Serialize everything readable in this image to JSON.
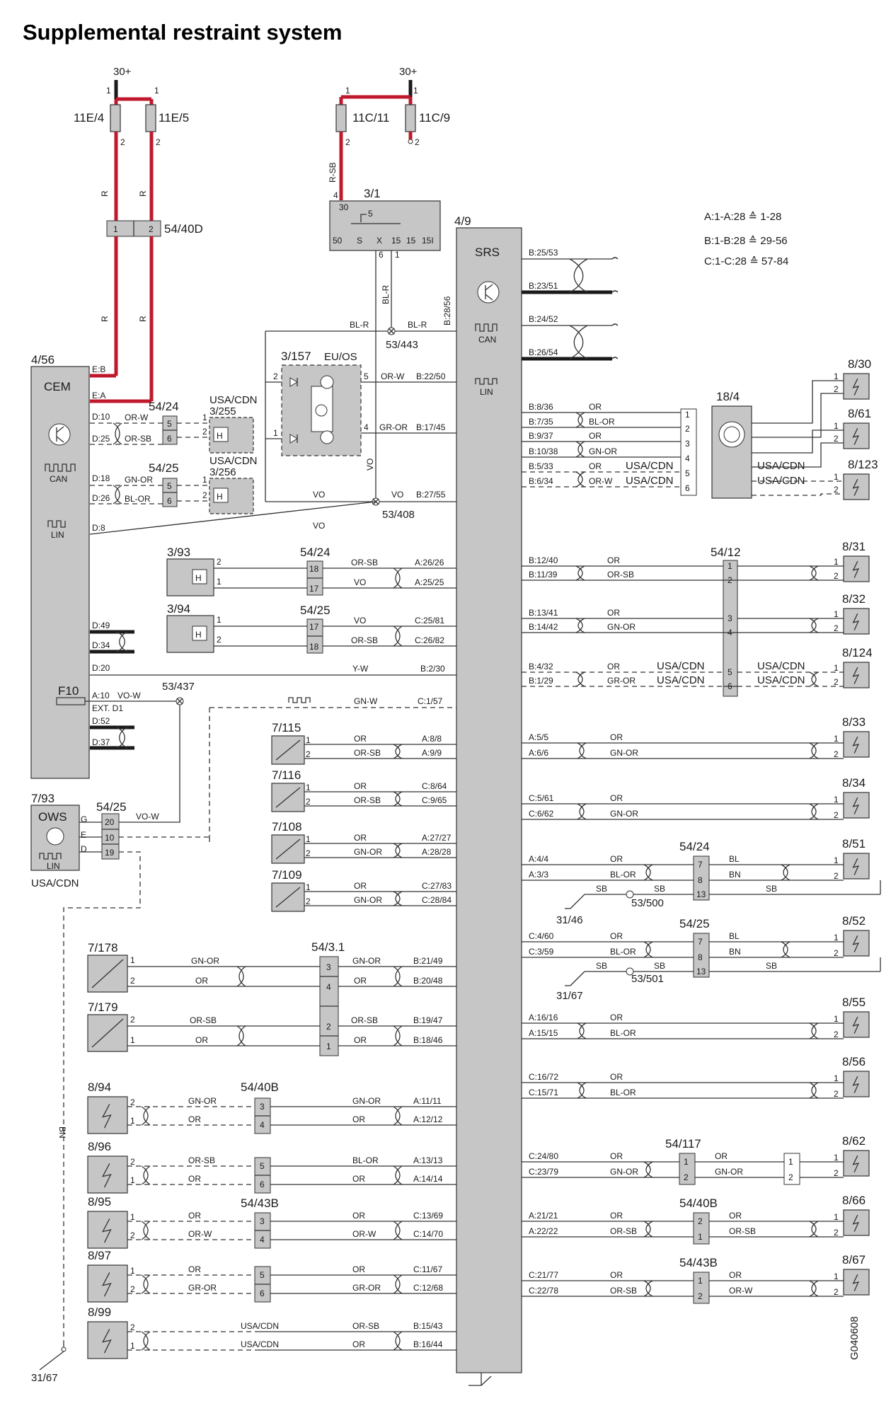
{
  "title": "Supplemental restraint system",
  "figure_id": "G040608",
  "pin_legend": [
    "A:1-A:28 ≙ 1-28",
    "B:1-B:28 ≙ 29-56",
    "C:1-C:28 ≙ 57-84"
  ],
  "power": {
    "left": "30+",
    "right": "30+"
  },
  "fuses": {
    "f1": "11E/4",
    "f2": "11E/5",
    "f3": "11C/11",
    "f4": "11C/9"
  },
  "pins": {
    "one": "1",
    "two": "2",
    "three": "3",
    "four": "4",
    "five": "5",
    "six": "6"
  },
  "colors_short": {
    "r": "R",
    "rsb": "R-SB",
    "blr": "BL-R",
    "vo": "VO"
  },
  "connector_5440d": "54/40D",
  "ign_switch": {
    "id": "3/1",
    "pin30": "30",
    "pin4": "4",
    "pin5": "5",
    "pins": [
      "50",
      "S",
      "X",
      "15",
      "15",
      "15I"
    ],
    "pin6": "6",
    "pin1": "1"
  },
  "srs": {
    "id": "4/9",
    "label": "SRS",
    "can": "CAN",
    "lin": "LIN"
  },
  "cem": {
    "id": "4/56",
    "label": "CEM",
    "can": "CAN",
    "lin": "LIN",
    "fuse": "F10",
    "pins": [
      "E:B",
      "E:A",
      "D:10",
      "D:25",
      "D:18",
      "D:26",
      "D:8",
      "D:49",
      "D:34",
      "D:20",
      "A:10",
      "EXT. D1",
      "D:52",
      "D:37"
    ]
  },
  "splices": {
    "s443": "53/443",
    "s408": "53/408",
    "s437": "53/437",
    "s500": "53/500",
    "s501": "53/501"
  },
  "grounds": {
    "g3146": "31/46",
    "g3167a": "31/67",
    "g3167b": "31/67"
  },
  "unit_3157": {
    "id": "3/157",
    "variant": "EU/OS",
    "pin5": "5",
    "pin4": "4",
    "pin2": "2",
    "pin1": "1"
  },
  "srs_top_pins": [
    "B:25/53",
    "B:23/51",
    "B:24/52",
    "B:26/54"
  ],
  "upper_wires": {
    "blr1": "BL-R",
    "blr2": "BL-R",
    "b2856": "B:28/56",
    "orw": "OR-W",
    "b2250": "B:22/50",
    "gror": "GR-OR",
    "b1745": "B:17/45",
    "vo1": "VO",
    "vo2": "VO",
    "b2755": "B:27/55",
    "vo3": "VO"
  },
  "cem_side": {
    "c5424": "54/24",
    "c5425": "54/25",
    "usacdn1": "USA/CDN",
    "usacdn2": "USA/CDN",
    "n3255": "3/255",
    "n3256": "3/256",
    "orw": "OR-W",
    "orsb": "OR-SB",
    "gnor": "GN-OR",
    "blor": "BL-OR"
  },
  "seat_conn": {
    "id": "18/4",
    "pins": [
      "1",
      "2",
      "3",
      "4",
      "5",
      "6"
    ]
  },
  "right_upper": {
    "pins": [
      "B:8/36",
      "B:7/35",
      "B:9/37",
      "B:10/38",
      "B:5/33",
      "B:6/34"
    ],
    "colors": [
      "OR",
      "BL-OR",
      "OR",
      "GN-OR",
      "OR",
      "OR-W"
    ],
    "usacdn": "USA/CDN",
    "devices": [
      "8/30",
      "8/61",
      "8/123"
    ]
  },
  "mid_left": [
    {
      "id": "3/93",
      "conn": "54/24",
      "pins": [
        "18",
        "17"
      ],
      "colors": [
        "OR-SB",
        "VO"
      ],
      "srs": [
        "A:26/26",
        "A:25/25"
      ]
    },
    {
      "id": "3/94",
      "conn": "54/25",
      "pins": [
        "17",
        "18"
      ],
      "colors": [
        "VO",
        "OR-SB"
      ],
      "srs": [
        "C:25/81",
        "C:26/82"
      ]
    }
  ],
  "yw": {
    "color": "Y-W",
    "pin": "B:2/30"
  },
  "f10_row": {
    "vow": "VO-W",
    "gnw": "GN-W",
    "pin": "C:1/57"
  },
  "sensors_left": [
    {
      "id": "7/115",
      "colors": [
        "OR",
        "OR-SB"
      ],
      "srs": [
        "A:8/8",
        "A:9/9"
      ]
    },
    {
      "id": "7/116",
      "colors": [
        "OR",
        "OR-SB"
      ],
      "srs": [
        "C:8/64",
        "C:9/65"
      ]
    },
    {
      "id": "7/108",
      "colors": [
        "OR",
        "GN-OR"
      ],
      "srs": [
        "A:27/27",
        "A:28/28"
      ]
    },
    {
      "id": "7/109",
      "colors": [
        "OR",
        "GN-OR"
      ],
      "srs": [
        "C:27/83",
        "C:28/84"
      ]
    }
  ],
  "ows": {
    "id": "7/93",
    "label": "OWS",
    "lin": "LIN",
    "conn": "54/25",
    "pins": [
      "G",
      "E",
      "D"
    ],
    "cpins": [
      "20",
      "10",
      "19"
    ],
    "vow": "VO-W",
    "usacdn": "USA/CDN",
    "bn": "BN"
  },
  "sensors_low": [
    {
      "id": "7/178",
      "conn": "54/3.1",
      "pins": [
        "3",
        "4"
      ],
      "colors": [
        "GN-OR",
        "OR"
      ],
      "srs": [
        "B:21/49",
        "B:20/48"
      ]
    },
    {
      "id": "7/179",
      "pins": [
        "2",
        "1"
      ],
      "colors": [
        "OR-SB",
        "OR"
      ],
      "srs": [
        "B:19/47",
        "B:18/46"
      ]
    }
  ],
  "bottom_left": [
    {
      "id": "8/94",
      "conn": "54/40B",
      "cpins": [
        "3",
        "4"
      ],
      "colors_l": [
        "GN-OR",
        "OR"
      ],
      "colors_r": [
        "GN-OR",
        "OR"
      ],
      "srs": [
        "A:11/11",
        "A:12/12"
      ],
      "pinl": [
        "2",
        "1"
      ]
    },
    {
      "id": "8/96",
      "cpins": [
        "5",
        "6"
      ],
      "colors_l": [
        "OR-SB",
        "OR"
      ],
      "colors_r": [
        "BL-OR",
        "OR"
      ],
      "srs": [
        "A:13/13",
        "A:14/14"
      ],
      "pinl": [
        "2",
        "1"
      ]
    },
    {
      "id": "8/95",
      "conn": "54/43B",
      "cpins": [
        "3",
        "4"
      ],
      "colors_l": [
        "OR",
        "OR-W"
      ],
      "colors_r": [
        "OR",
        "OR-W"
      ],
      "srs": [
        "C:13/69",
        "C:14/70"
      ],
      "pinl": [
        "1",
        "2"
      ]
    },
    {
      "id": "8/97",
      "cpins": [
        "5",
        "6"
      ],
      "colors_l": [
        "OR",
        "GR-OR"
      ],
      "colors_r": [
        "OR",
        "GR-OR"
      ],
      "srs": [
        "C:11/67",
        "C:12/68"
      ],
      "pinl": [
        "1",
        "2"
      ]
    },
    {
      "id": "8/99",
      "colors_l": [
        "USA/CDN",
        "USA/CDN"
      ],
      "colors_r": [
        "OR-SB",
        "OR"
      ],
      "srs": [
        "B:15/43",
        "B:16/44"
      ],
      "pinl": [
        "2",
        "1"
      ]
    }
  ],
  "right_mid": [
    {
      "id": "8/31",
      "srs": [
        "B:12/40",
        "B:11/39"
      ],
      "colors": [
        "OR",
        "OR-SB"
      ],
      "cpins": [
        "1",
        "2"
      ]
    },
    {
      "id": "8/32",
      "srs": [
        "B:13/41",
        "B:14/42"
      ],
      "colors": [
        "OR",
        "GN-OR"
      ],
      "cpins": [
        "3",
        "4"
      ]
    },
    {
      "id": "8/124",
      "srs": [
        "B:4/32",
        "B:1/29"
      ],
      "colors": [
        "OR",
        "GR-OR"
      ],
      "cpins": [
        "5",
        "6"
      ],
      "usacdn": "USA/CDN"
    }
  ],
  "conn_5412": "54/12",
  "right_low": [
    {
      "id": "8/33",
      "srs": [
        "A:5/5",
        "A:6/6"
      ],
      "colors": [
        "OR",
        "GN-OR"
      ]
    },
    {
      "id": "8/34",
      "srs": [
        "C:5/61",
        "C:6/62"
      ],
      "colors": [
        "OR",
        "GN-OR"
      ]
    },
    {
      "id": "8/51",
      "srs": [
        "A:4/4",
        "A:3/3"
      ],
      "colors": [
        "OR",
        "BL-OR"
      ],
      "conn": "54/24",
      "cpins": [
        "7",
        "8",
        "13"
      ],
      "colors_r": [
        "BL",
        "BN"
      ],
      "sb": "SB"
    },
    {
      "id": "8/52",
      "srs": [
        "C:4/60",
        "C:3/59"
      ],
      "colors": [
        "OR",
        "BL-OR"
      ],
      "conn": "54/25",
      "cpins": [
        "7",
        "8",
        "13"
      ],
      "colors_r": [
        "BL",
        "BN"
      ],
      "sb": "SB"
    },
    {
      "id": "8/55",
      "srs": [
        "A:16/16",
        "A:15/15"
      ],
      "colors": [
        "OR",
        "BL-OR"
      ]
    },
    {
      "id": "8/56",
      "srs": [
        "C:16/72",
        "C:15/71"
      ],
      "colors": [
        "OR",
        "BL-OR"
      ]
    },
    {
      "id": "8/62",
      "srs": [
        "C:24/80",
        "C:23/79"
      ],
      "colors": [
        "OR",
        "GN-OR"
      ],
      "conn": "54/117",
      "colors_r": [
        "OR",
        "GN-OR"
      ]
    },
    {
      "id": "8/66",
      "srs": [
        "A:21/21",
        "A:22/22"
      ],
      "colors": [
        "OR",
        "OR-SB"
      ],
      "conn": "54/40B",
      "cpins": [
        "2",
        "1"
      ],
      "colors_r": [
        "OR",
        "OR-SB"
      ]
    },
    {
      "id": "8/67",
      "srs": [
        "C:21/77",
        "C:22/78"
      ],
      "colors": [
        "OR",
        "OR-SB"
      ],
      "conn": "54/43B",
      "cpins": [
        "1",
        "2"
      ],
      "colors_r": [
        "OR",
        "OR-W"
      ]
    }
  ]
}
